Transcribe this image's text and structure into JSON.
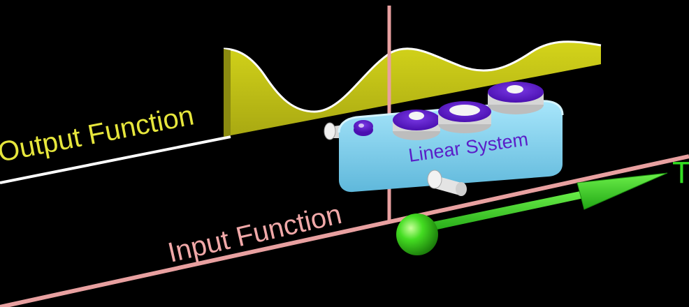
{
  "scene": {
    "background": "#000000",
    "labels": {
      "output_function": "Output Function",
      "input_function": "Input Function",
      "linear_system": "Linear System",
      "time_axis": "T"
    },
    "colors": {
      "output_label": "#e6e63c",
      "output_wave": "#c8c814",
      "output_wave_dark": "#8a8a10",
      "input_label": "#f0a8a8",
      "input_plane": "#e8a0a0",
      "system_box": "#8ad6f0",
      "system_label": "#5a1ec8",
      "gear_purple": "#5a14c8",
      "gear_silver": "#e0e0e0",
      "time_arrow": "#33dd22",
      "output_line": "#ffffff"
    },
    "icons": {
      "gears": "gear-icon",
      "input_knob": "knob-icon",
      "time_ball": "ball-icon"
    }
  }
}
